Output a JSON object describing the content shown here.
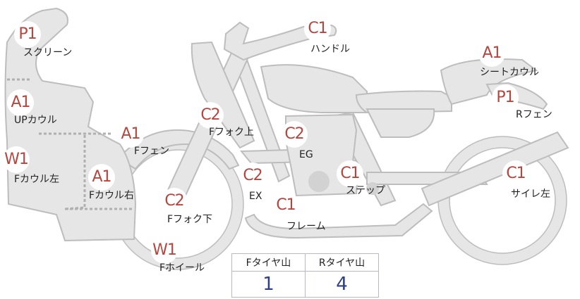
{
  "parts": [
    {
      "id": "screen",
      "badge": "P1",
      "label": "スクリーン"
    },
    {
      "id": "upper-cowl",
      "badge": "A1",
      "label": "UPカウル"
    },
    {
      "id": "cowl-left",
      "badge": "W1",
      "label": "Fカウル左"
    },
    {
      "id": "cowl-right",
      "badge": "A1",
      "label": "Fカウル右"
    },
    {
      "id": "front-fender",
      "badge": "A1",
      "label": "Fフェン"
    },
    {
      "id": "fork-upper",
      "badge": "C2",
      "label": "Fフォク上"
    },
    {
      "id": "fork-lower",
      "badge": "C2",
      "label": "Fフォク下"
    },
    {
      "id": "front-wheel",
      "badge": "W1",
      "label": "Fホイール"
    },
    {
      "id": "handle",
      "badge": "C1",
      "label": "ハンドル"
    },
    {
      "id": "engine",
      "badge": "C2",
      "label": "EG"
    },
    {
      "id": "exhaust",
      "badge": "C2",
      "label": "EX"
    },
    {
      "id": "frame",
      "badge": "C1",
      "label": "フレーム"
    },
    {
      "id": "step",
      "badge": "C1",
      "label": "ステップ"
    },
    {
      "id": "seat-cowl",
      "badge": "A1",
      "label": "シートカウル"
    },
    {
      "id": "rear-fender",
      "badge": "P1",
      "label": "Rフェン"
    },
    {
      "id": "silencer-left",
      "badge": "C1",
      "label": "サイレ左"
    }
  ],
  "tire_tread": {
    "front_header": "Fタイヤ山",
    "rear_header": "Rタイヤ山",
    "front_value": "1",
    "rear_value": "4"
  },
  "colors": {
    "badge_text": "#b5463f",
    "tire_value": "#2f3f86",
    "part_fill": "#e6e6e6",
    "part_stroke": "#bdbdbd"
  }
}
